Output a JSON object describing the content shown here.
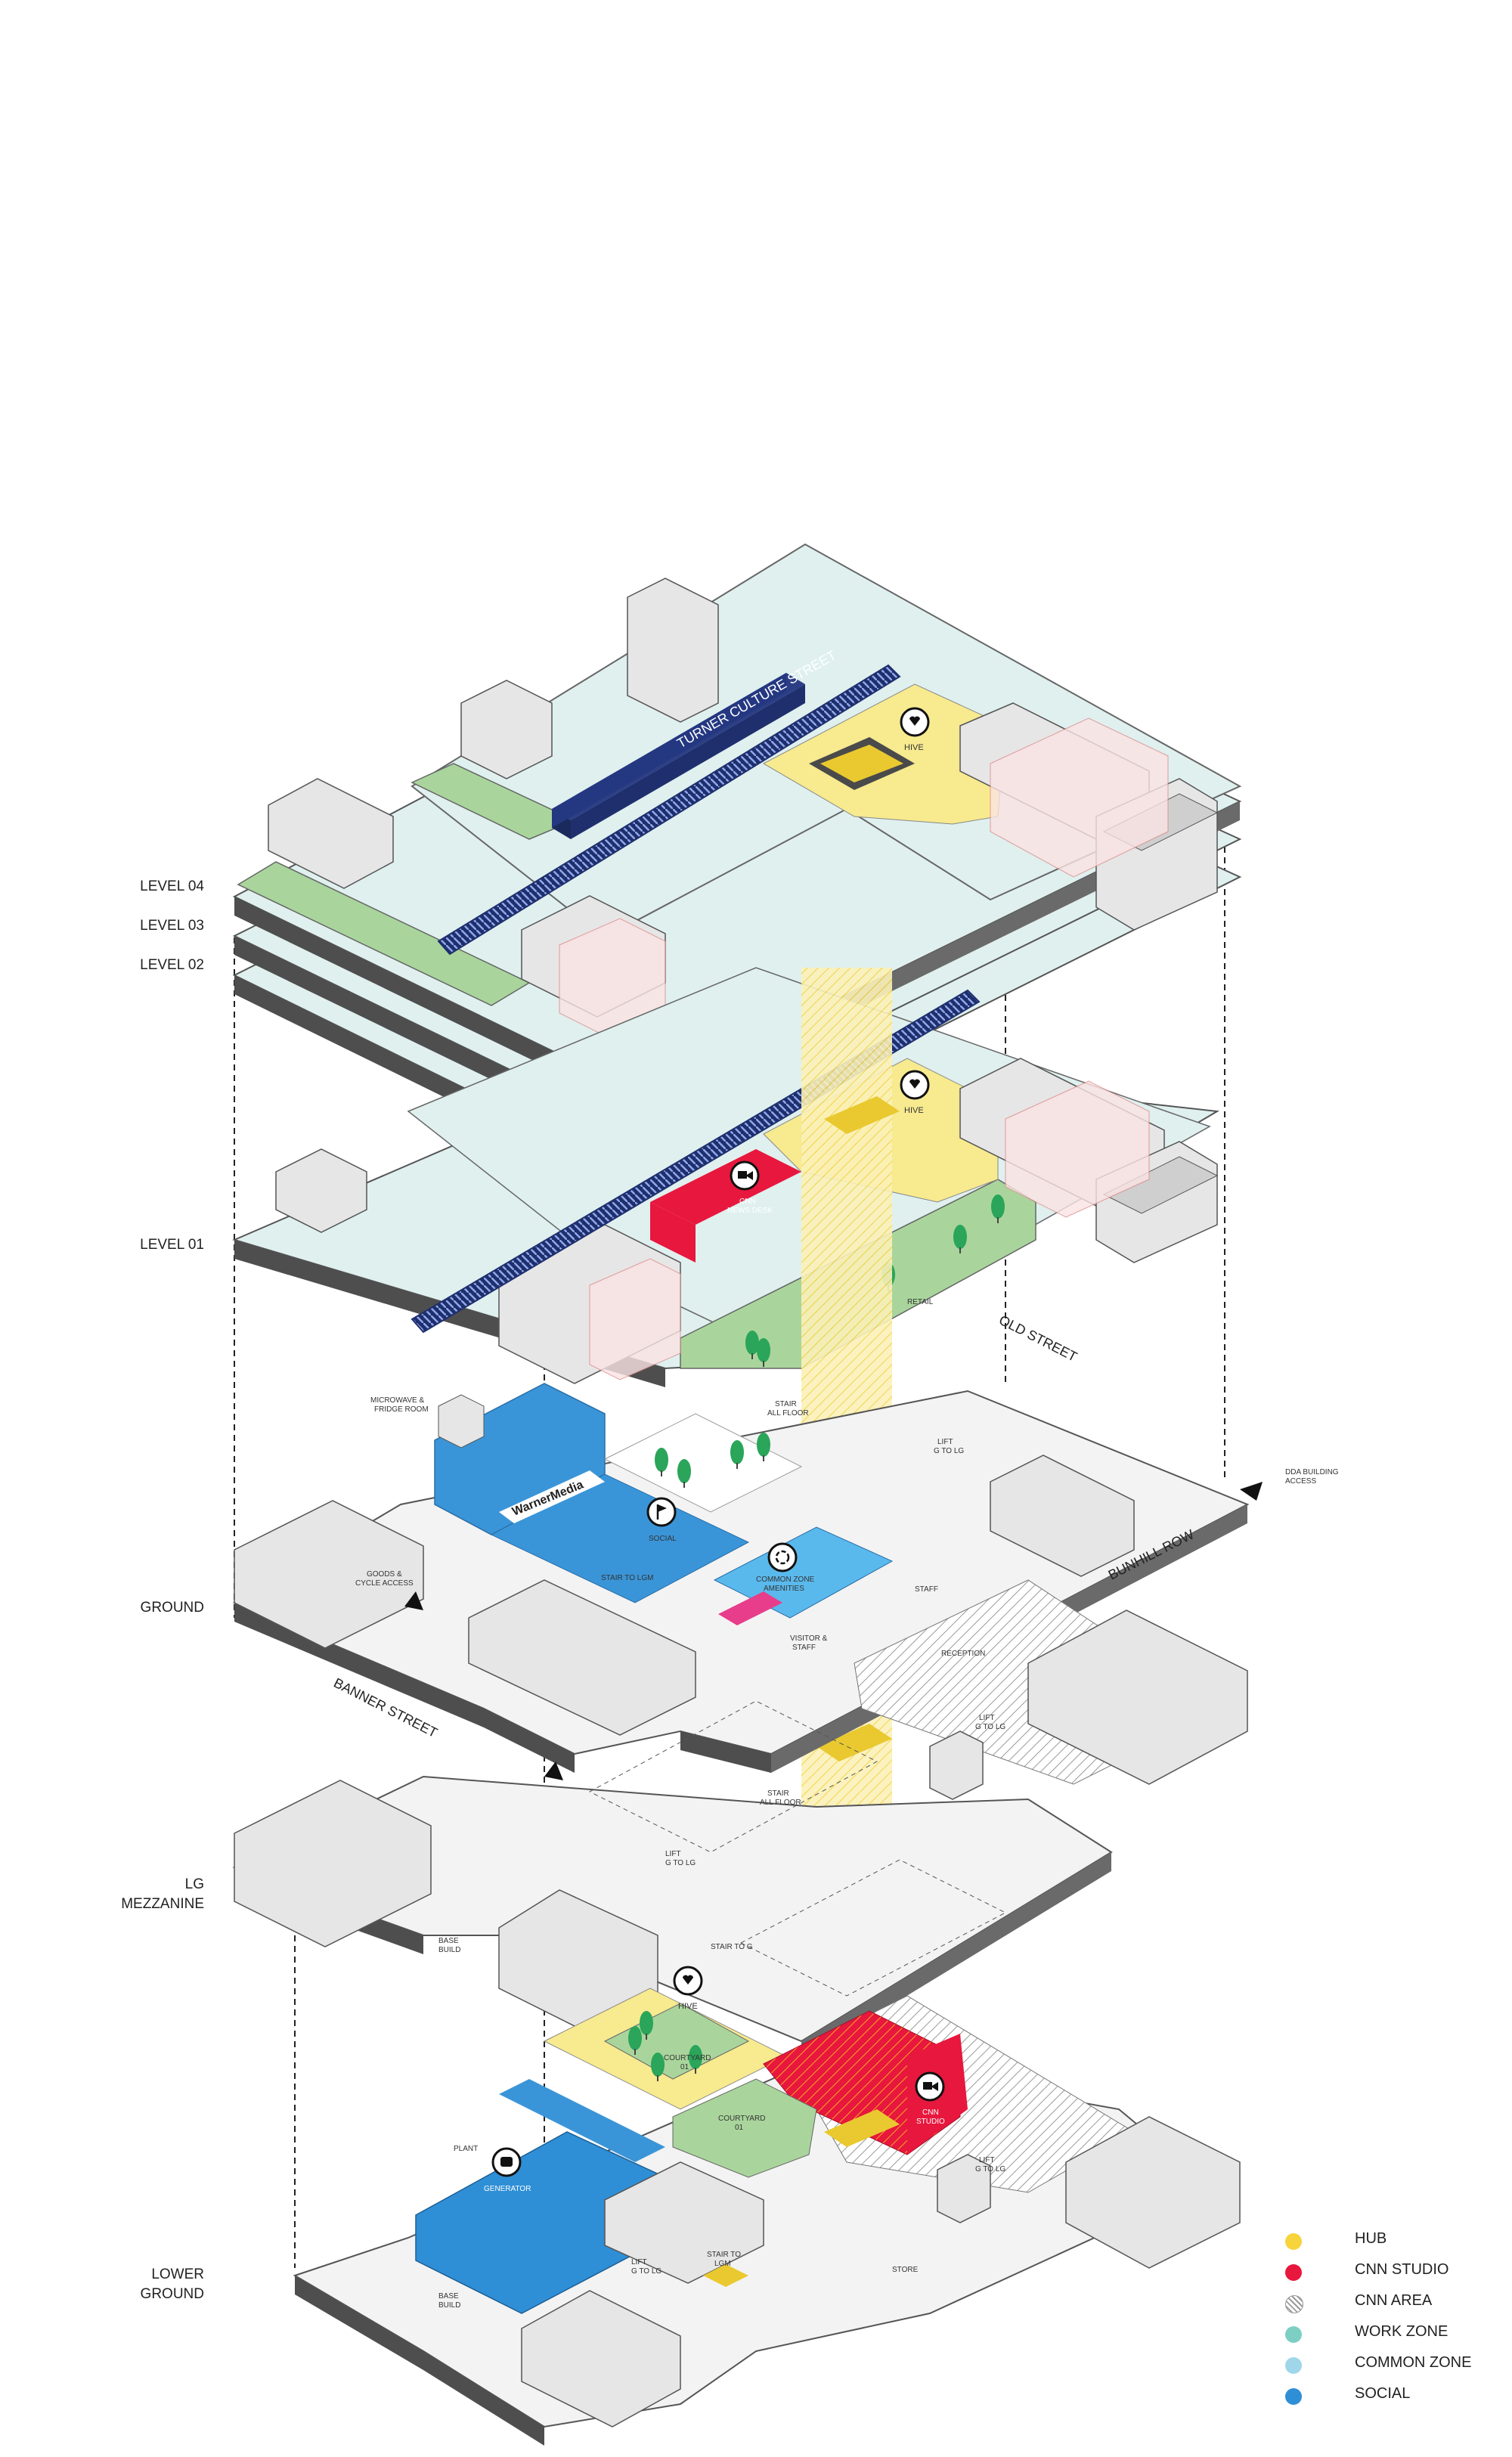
{
  "levels": {
    "level04": "LEVEL 04",
    "level03": "LEVEL 03",
    "level02": "LEVEL 02",
    "level01": "LEVEL 01",
    "ground": "GROUND",
    "lg_line1": "LG",
    "lg_line2": "MEZZANINE",
    "lower_line1": "LOWER",
    "lower_line2": "GROUND"
  },
  "labels": {
    "turner_culture_street": "TURNER CULTURE STREET",
    "hive": "HIVE",
    "cnn_news_desk_1": "CNN",
    "cnn_news_desk_2": "NEWS DESK",
    "old_street": "OLD STREET",
    "bunhill_row": "BUNHILL ROW",
    "banner_street": "BANNER STREET",
    "retail": "RETAIL",
    "stair_all_floor_1": "STAIR",
    "stair_all_floor_2": "ALL FLOOR",
    "lift_g_to_lg_1": "LIFT",
    "lift_g_to_lg_2": "G TO LG",
    "microwave_1": "MICROWAVE &",
    "microwave_2": "FRIDGE ROOM",
    "warnermedia": "WarnerMedia",
    "social": "SOCIAL",
    "common_zone_1": "COMMON ZONE",
    "common_zone_2": "AMENITIES",
    "stair_to_lgm": "STAIR TO LGM",
    "goods_1": "GOODS &",
    "goods_2": "CYCLE ACCESS",
    "dda_1": "DDA BUILDING",
    "dda_2": "ACCESS",
    "visitor_1": "VISITOR &",
    "visitor_2": "STAFF",
    "staff": "STAFF",
    "reception": "RECEPTION",
    "stair_to_g": "STAIR TO G",
    "base_build_1": "BASE",
    "base_build_2": "BUILD",
    "courtyard_1": "COURTYARD",
    "courtyard_2": "01",
    "cnn_studio_1": "CNN",
    "cnn_studio_2": "STUDIO",
    "plant": "PLANT",
    "generator": "GENERATOR",
    "stair_to_lgm_1": "STAIR TO",
    "stair_to_lgm_2": "LGM",
    "store": "STORE"
  },
  "legend": [
    {
      "label": "HUB",
      "color": "#f7d33c"
    },
    {
      "label": "CNN STUDIO",
      "color": "#e8173d"
    },
    {
      "label": "CNN AREA",
      "color": "#c8c8c8",
      "pattern": "hatch"
    },
    {
      "label": "WORK ZONE",
      "color": "#7dcfc4"
    },
    {
      "label": "COMMON ZONE",
      "color": "#9fd6ea"
    },
    {
      "label": "SOCIAL",
      "color": "#2f8fd6"
    }
  ],
  "colors": {
    "work_zone_floor": "#dff0ef",
    "hub": "#f7ea8f",
    "social": "#3a95d8",
    "cnn_red": "#e8173d",
    "green": "#a9d59c",
    "navy": "#1f2f6e",
    "grey_box": "#e6e6e6",
    "slab_edge": "#5a5a5a"
  },
  "icons": [
    "heart-icon",
    "camera-icon",
    "flag-icon",
    "recycle-icon",
    "generator-icon",
    "arrow-icon",
    "tree-icon"
  ]
}
